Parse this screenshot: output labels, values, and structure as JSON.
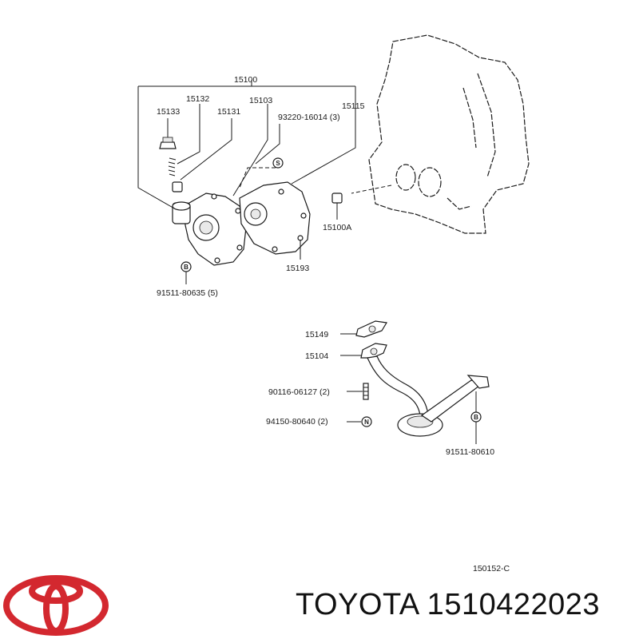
{
  "diagram": {
    "labels": {
      "assembly": "15100",
      "p15132": "15132",
      "p15103": "15103",
      "p15133": "15133",
      "p15131": "15131",
      "p15115": "15115",
      "bolt_93220": "93220-16014 (3)",
      "p15100A": "15100A",
      "p15193": "15193",
      "bolt_91511_a": "91511-80635 (5)",
      "p15149": "15149",
      "p15104": "15104",
      "stud_90116": "90116-06127 (2)",
      "nut_94150": "94150-80640 (2)",
      "bolt_91511_b": "91511-80610",
      "code": "150152-C"
    },
    "callouts": {
      "s": "S",
      "b": "B",
      "n": "N"
    }
  },
  "brand": {
    "title": "TOYOTA 1510422023",
    "logo_color": "#d3282f"
  }
}
